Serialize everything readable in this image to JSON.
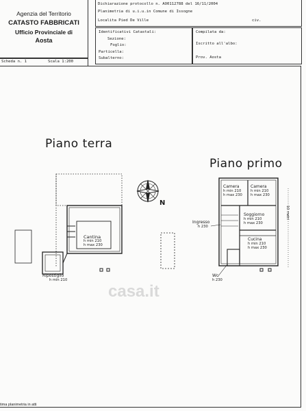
{
  "office": {
    "line1": "Agenzia del Territorio",
    "line2": "CATASTO FABBRICATI",
    "line3": "Ufficio Provinciale di",
    "line4": "Aosta"
  },
  "header": {
    "protocol": "Dichiarazione protocollo n. AO0112788 del 16/11/2004",
    "planimetria": "Planimetria di u.i.u.in Comune di Issogne",
    "localita": "Localita Pied De Ville",
    "civ": "civ."
  },
  "catastali": {
    "title": "Identificativi Catastali:",
    "sezione": "Sezione:",
    "foglio": "Foglio:",
    "particella": "Particella:",
    "subalterno": "Subalterno:"
  },
  "compilata": {
    "title": "Compilata da:",
    "iscritto": "Iscritto all'albo:",
    "prov": "Prov. Aosta"
  },
  "scheda": {
    "scheda": "Scheda n. 1",
    "scala": "Scala 1:200"
  },
  "plans": {
    "ground_floor": "Piano terra",
    "first_floor": "Piano primo",
    "north": "N",
    "side_note": "10 metri"
  },
  "rooms": {
    "cantina": [
      "Cantina",
      "h min 210",
      "h max 230"
    ],
    "ripostiglio": [
      "Ripostiglio",
      "h min 210"
    ],
    "camera1": [
      "Camera",
      "h min 210",
      "h max 230"
    ],
    "camera2": [
      "Camera",
      "h min 210",
      "h max 230"
    ],
    "soggiorno": [
      "Soggiorno",
      "h min 210",
      "h max 230"
    ],
    "cucina": [
      "Cucina",
      "h min 210",
      "h max 230"
    ],
    "ingresso": [
      "Ingresso",
      "h 230"
    ],
    "wc": [
      "Wc",
      "h 230"
    ]
  },
  "watermark": "casa.it",
  "footer": "tima planimetria in atti"
}
